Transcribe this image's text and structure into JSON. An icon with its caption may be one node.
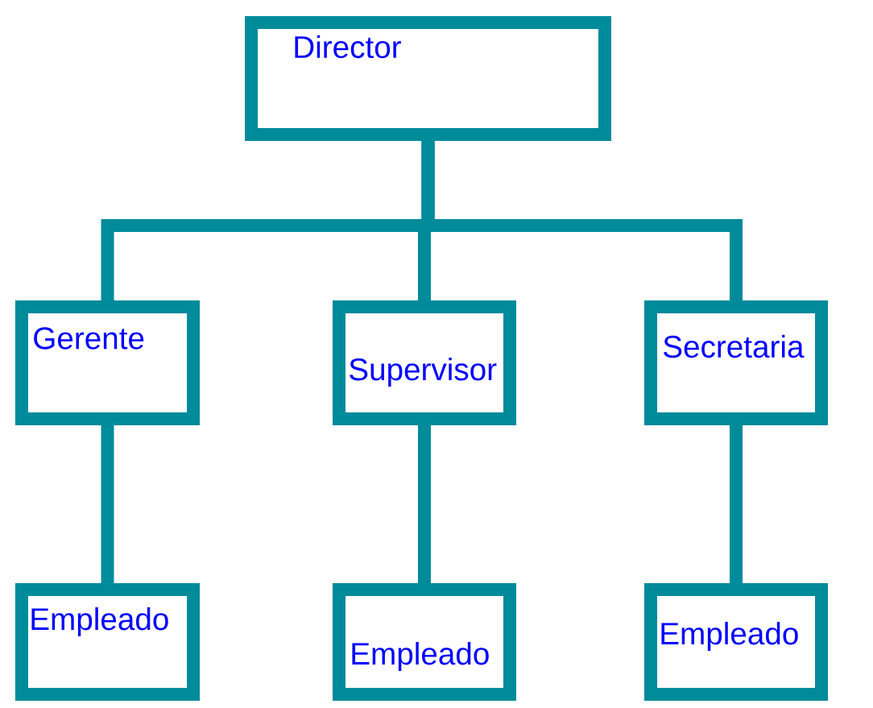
{
  "diagram": {
    "nodes": [
      {
        "text": [
          "Director"
        ]
      },
      {
        "text": [
          "Gerente"
        ]
      },
      {
        "text": [
          "Supervisor"
        ]
      },
      {
        "text": [
          "Secretaria"
        ]
      },
      {
        "text": [
          "Empleado"
        ]
      },
      {
        "text": [
          "Empleado"
        ]
      },
      {
        "text": [
          "Empleado"
        ]
      }
    ],
    "edges": [
      {
        "from": 0,
        "to": 1,
        "arrow": "none"
      },
      {
        "from": 0,
        "to": 2,
        "arrow": "none"
      },
      {
        "from": 0,
        "to": 3,
        "arrow": "none"
      },
      {
        "from": 1,
        "to": 4,
        "arrow": "none"
      },
      {
        "from": 2,
        "to": 5,
        "arrow": "none"
      },
      {
        "from": 3,
        "to": 6,
        "arrow": "none"
      }
    ]
  }
}
